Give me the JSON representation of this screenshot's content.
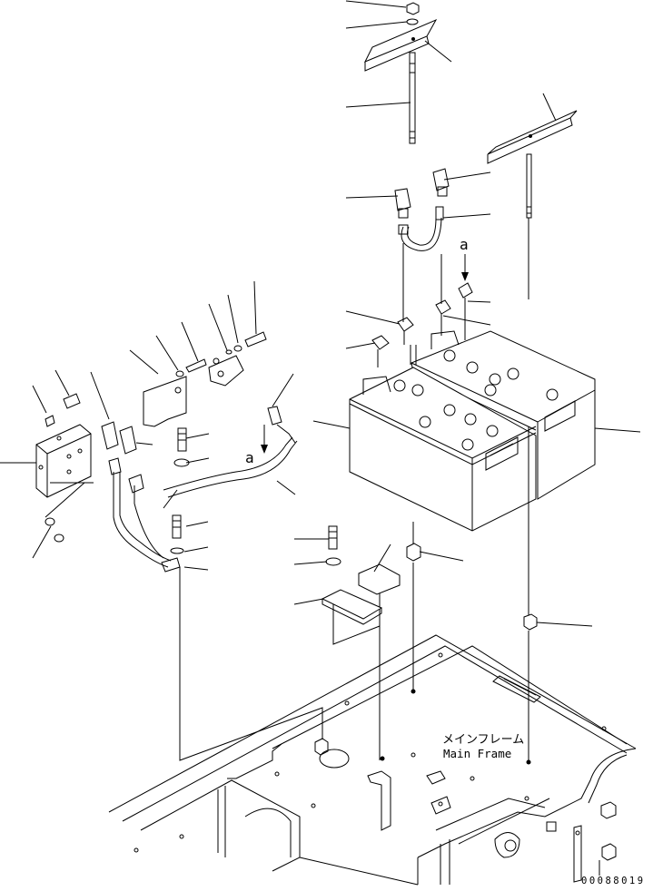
{
  "labels": {
    "frame_jp": "メインフレーム",
    "frame_en": "Main Frame",
    "ref_a_upper": "a",
    "ref_a_lower": "a",
    "drawing_no": "00088019"
  }
}
